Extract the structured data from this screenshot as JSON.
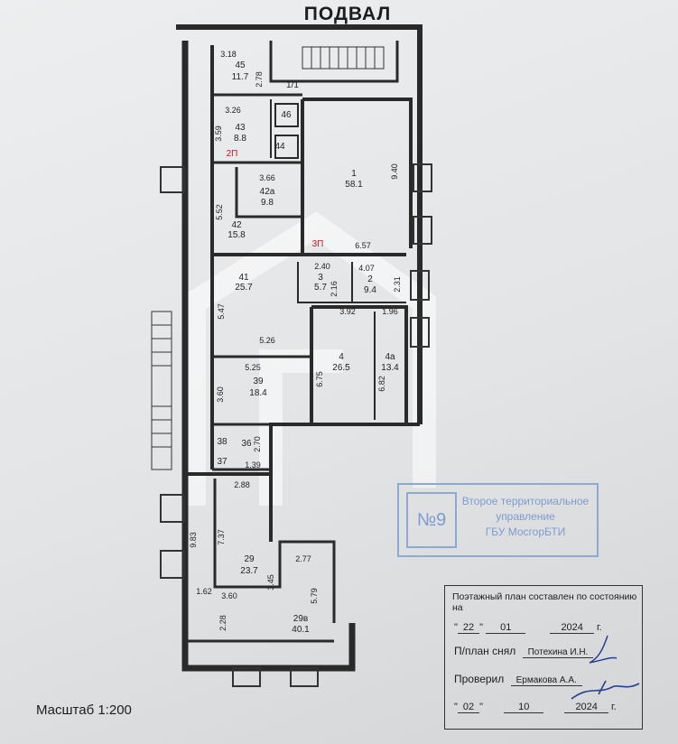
{
  "title": "ПОДВАЛ",
  "scale": "Масштаб 1:200",
  "stamp": {
    "number": "№9",
    "org_line1": "Второе территориальное",
    "org_line2": "управление",
    "org_line3": "ГБУ МосгорБТИ"
  },
  "certificate": {
    "heading": "Поэтажный план составлен по состоянию на",
    "date1_day": "22",
    "date1_month": "01",
    "date1_year": "2024",
    "year_suffix": "г.",
    "surveyed_label": "П/план снял",
    "surveyed_name": "Потехина И.Н.",
    "checked_label": "Проверил",
    "checked_name": "Ермакова А.А.",
    "date2_day": "02",
    "date2_month": "10",
    "date2_year": "2024"
  },
  "rooms": [
    {
      "id": "45",
      "area": "11.7"
    },
    {
      "id": "1/1",
      "area": ""
    },
    {
      "id": "43",
      "area": "8.8"
    },
    {
      "id": "46",
      "area": ""
    },
    {
      "id": "44",
      "area": ""
    },
    {
      "id": "1",
      "area": "58.1"
    },
    {
      "id": "42а",
      "area": "9.8"
    },
    {
      "id": "42",
      "area": "15.8"
    },
    {
      "id": "41",
      "area": "25.7"
    },
    {
      "id": "3",
      "area": "5.7"
    },
    {
      "id": "2",
      "area": "9.4"
    },
    {
      "id": "4",
      "area": "26.5"
    },
    {
      "id": "4а",
      "area": "13.4"
    },
    {
      "id": "39",
      "area": "18.4"
    },
    {
      "id": "38",
      "area": ""
    },
    {
      "id": "36",
      "area": ""
    },
    {
      "id": "37",
      "area": ""
    },
    {
      "id": "29",
      "area": "23.7"
    },
    {
      "id": "29в",
      "area": "40.1"
    }
  ],
  "markers": [
    "2П",
    "3П"
  ],
  "dimensions": [
    "3.18",
    "2.78",
    "3.26",
    "3.59",
    "3.66",
    "5.52",
    "9.40",
    "6.57",
    "2.40",
    "4.07",
    "2.31",
    "2.16",
    "5.47",
    "5.26",
    "3.92",
    "1.96",
    "6.75",
    "6.82",
    "5.25",
    "3.60",
    "2.70",
    "1.39",
    "2.88",
    "9.83",
    "7.37",
    "2.77",
    "3.45",
    "5.79",
    "1.62",
    "3.60",
    "2.28"
  ]
}
